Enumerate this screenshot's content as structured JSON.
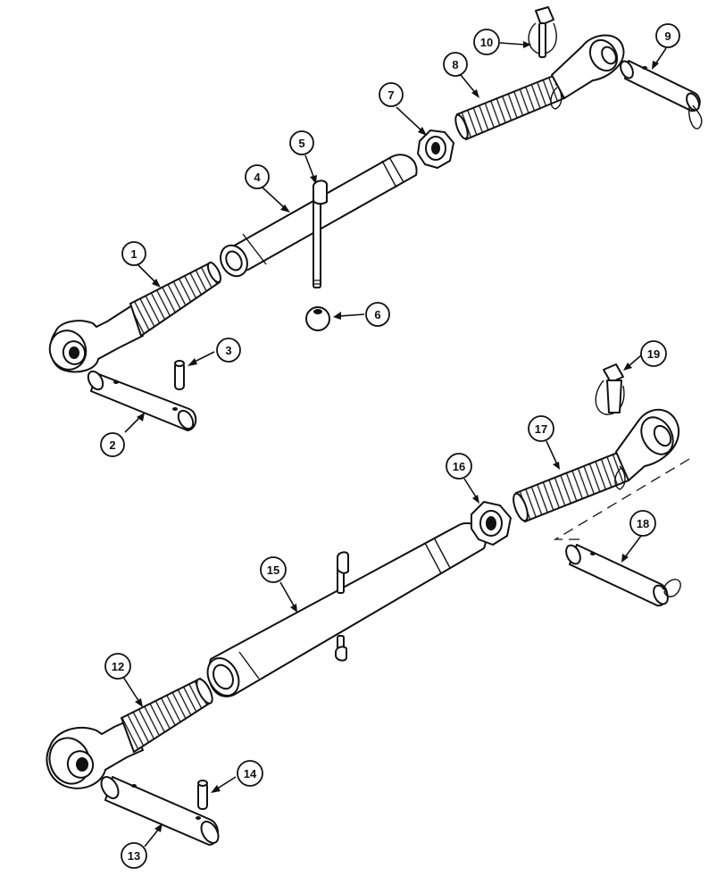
{
  "callouts": [
    {
      "id": "callout-1",
      "label": "1"
    },
    {
      "id": "callout-2",
      "label": "2"
    },
    {
      "id": "callout-3",
      "label": "3"
    },
    {
      "id": "callout-4",
      "label": "4"
    },
    {
      "id": "callout-5",
      "label": "5"
    },
    {
      "id": "callout-6",
      "label": "6"
    },
    {
      "id": "callout-7",
      "label": "7"
    },
    {
      "id": "callout-8",
      "label": "8"
    },
    {
      "id": "callout-9",
      "label": "9"
    },
    {
      "id": "callout-10",
      "label": "10"
    },
    {
      "id": "callout-11",
      "label": "12"
    },
    {
      "id": "callout-12",
      "label": "13"
    },
    {
      "id": "callout-13",
      "label": "14"
    },
    {
      "id": "callout-14",
      "label": "15"
    },
    {
      "id": "callout-15",
      "label": "16"
    },
    {
      "id": "callout-16",
      "label": "17"
    },
    {
      "id": "callout-17",
      "label": "18"
    },
    {
      "id": "callout-18",
      "label": "19"
    }
  ],
  "colors": {
    "line": "#111111",
    "background": "#ffffff"
  }
}
